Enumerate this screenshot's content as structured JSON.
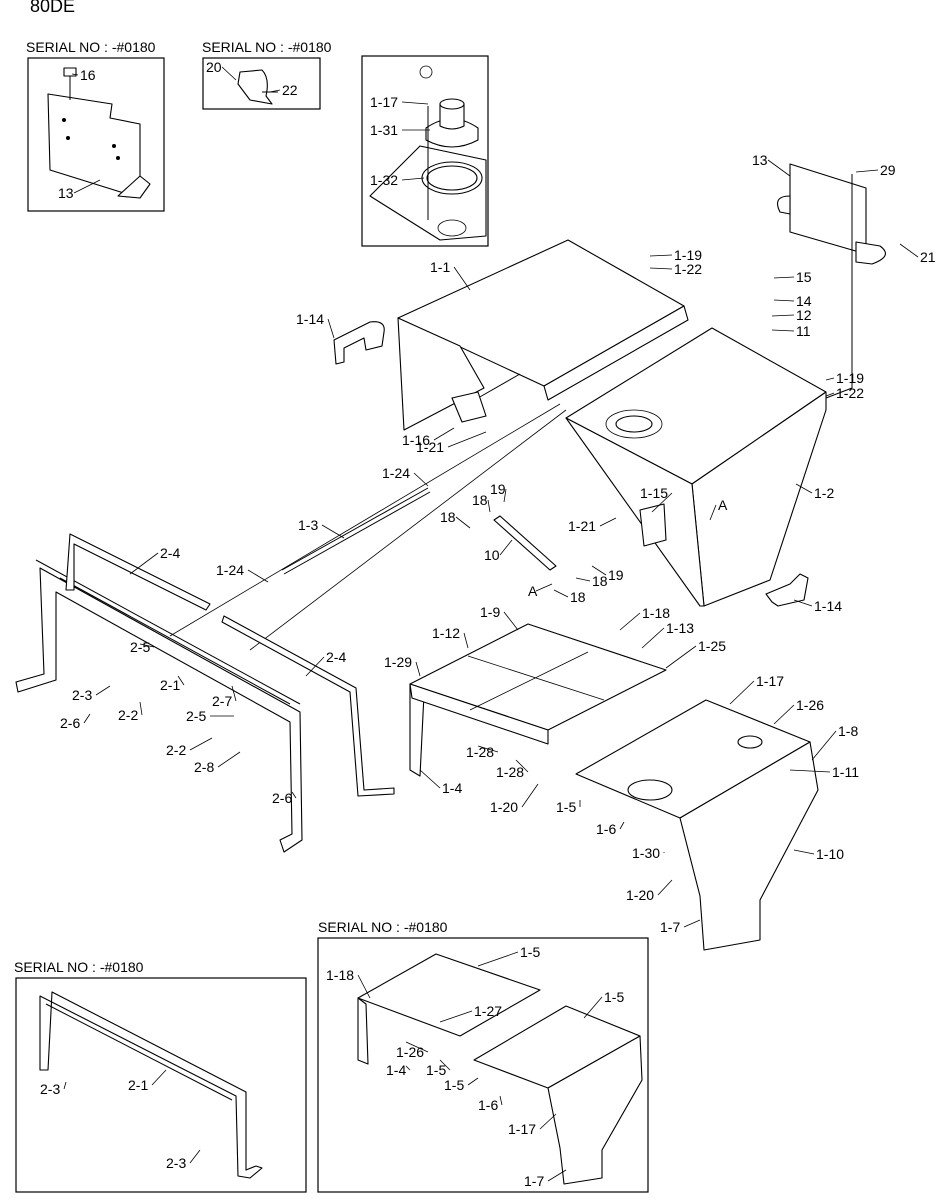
{
  "title": "80DE",
  "serial_headers": [
    "SERIAL NO : -#0180",
    "SERIAL NO : -#0180",
    "SERIAL NO : -#0180",
    "SERIAL NO : -#0180"
  ],
  "labels": [
    "16",
    "13",
    "20",
    "22",
    "1-17",
    "1-31",
    "1-32",
    "13",
    "29",
    "21",
    "1-1",
    "1-19",
    "1-22",
    "15",
    "14",
    "12",
    "11",
    "1-14",
    "1-19",
    "1-22",
    "1-16",
    "1-21",
    "1-24",
    "1-2",
    "1-3",
    "19",
    "18",
    "18",
    "10",
    "1-15",
    "1-21",
    "A",
    "19",
    "18",
    "18",
    "A",
    "1-14",
    "2-4",
    "1-24",
    "2-4",
    "2-5",
    "2-3",
    "2-2",
    "2-1",
    "2-7",
    "2-6",
    "2-5",
    "2-2",
    "2-8",
    "2-6",
    "1-9",
    "1-18",
    "1-12",
    "1-13",
    "1-25",
    "1-29",
    "1-4",
    "1-28",
    "1-28",
    "1-20",
    "1-17",
    "1-26",
    "1-8",
    "1-11",
    "1-5",
    "1-6",
    "1-30",
    "1-10",
    "1-20",
    "1-7",
    "1-5",
    "1-18",
    "1-27",
    "1-5",
    "1-26",
    "1-4",
    "1-5",
    "1-5",
    "1-6",
    "1-17",
    "1-7",
    "2-3",
    "2-1",
    "2-3"
  ]
}
